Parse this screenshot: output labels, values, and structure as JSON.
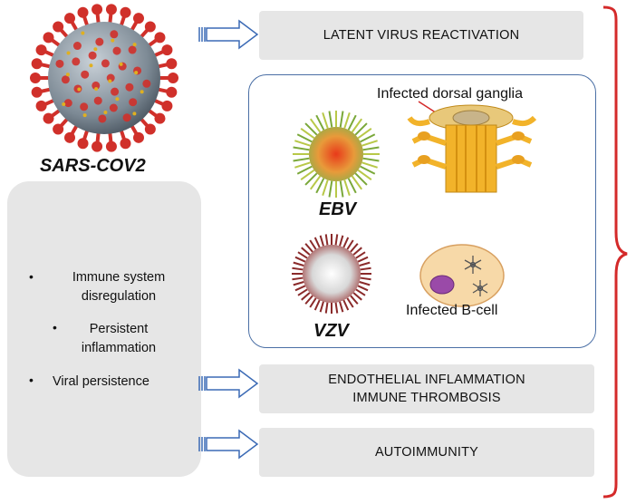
{
  "virus": {
    "main_label": "SARS-COV2",
    "colors": {
      "body": "#7d8a95",
      "spike": "#d0302a",
      "dot": "#e0b020"
    }
  },
  "boxes": {
    "latent": "LATENT VIRUS REACTIVATION",
    "endothelial_line1": "ENDOTHELIAL INFLAMMATION",
    "endothelial_line2": "IMMUNE THROMBOSIS",
    "autoimmunity": "AUTOIMMUNITY"
  },
  "left_panel": {
    "bullets": [
      {
        "lines": [
          "Immune system",
          "disregulation"
        ]
      },
      {
        "lines": [
          "Persistent",
          "inflammation"
        ]
      },
      {
        "lines": [
          "Viral persistence"
        ]
      }
    ]
  },
  "center_panel": {
    "ganglia_label": "Infected dorsal ganglia",
    "ebv_label": "EBV",
    "vzv_label": "VZV",
    "bcell_label": "Infected B-cell"
  },
  "colors": {
    "panel_fill": "#e6e6e6",
    "panel_border": "#4a6fa5",
    "bracket": "#d42a2a",
    "arrow_outline": "#3b6ab5",
    "ganglia": "#f2b32a",
    "bcell": "#f7d9a8"
  }
}
